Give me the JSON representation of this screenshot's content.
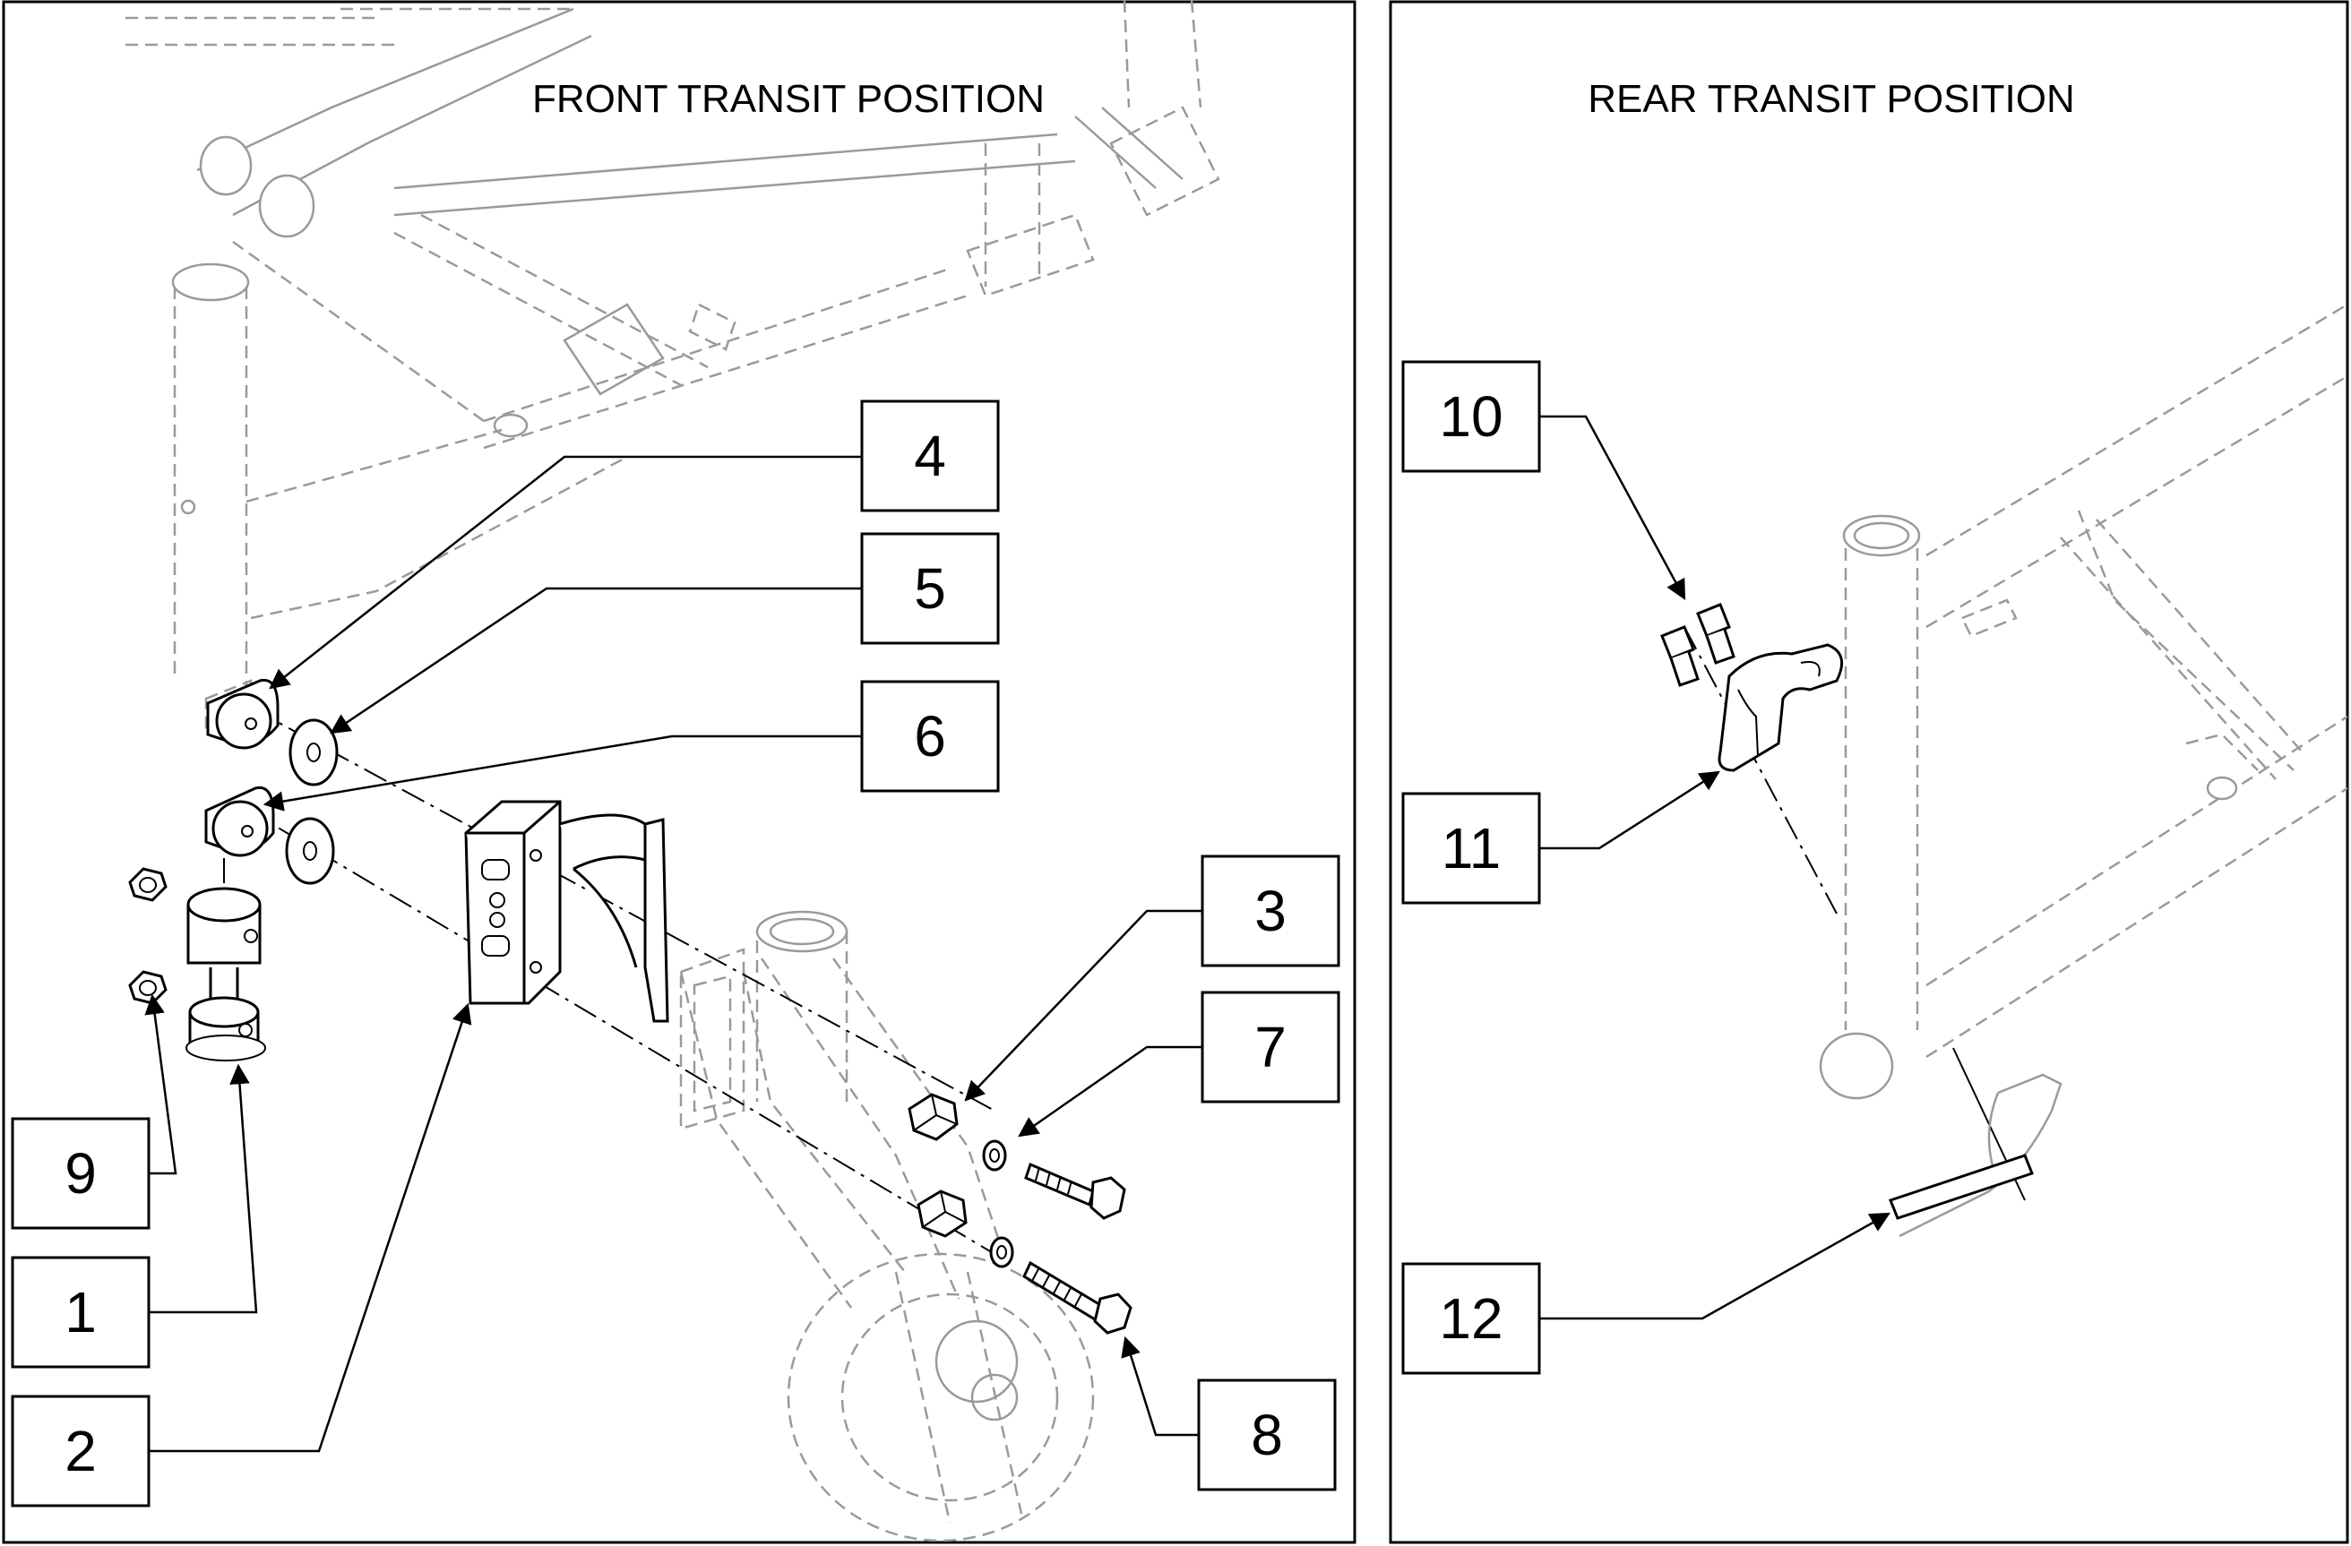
{
  "panels": {
    "front": {
      "title": "FRONT TRANSIT POSITION"
    },
    "rear": {
      "title": "REAR TRANSIT POSITION"
    }
  },
  "callouts": {
    "c1": "1",
    "c2": "2",
    "c3": "3",
    "c4": "4",
    "c5": "5",
    "c6": "6",
    "c7": "7",
    "c8": "8",
    "c9": "9",
    "c10": "10",
    "c11": "11",
    "c12": "12"
  }
}
